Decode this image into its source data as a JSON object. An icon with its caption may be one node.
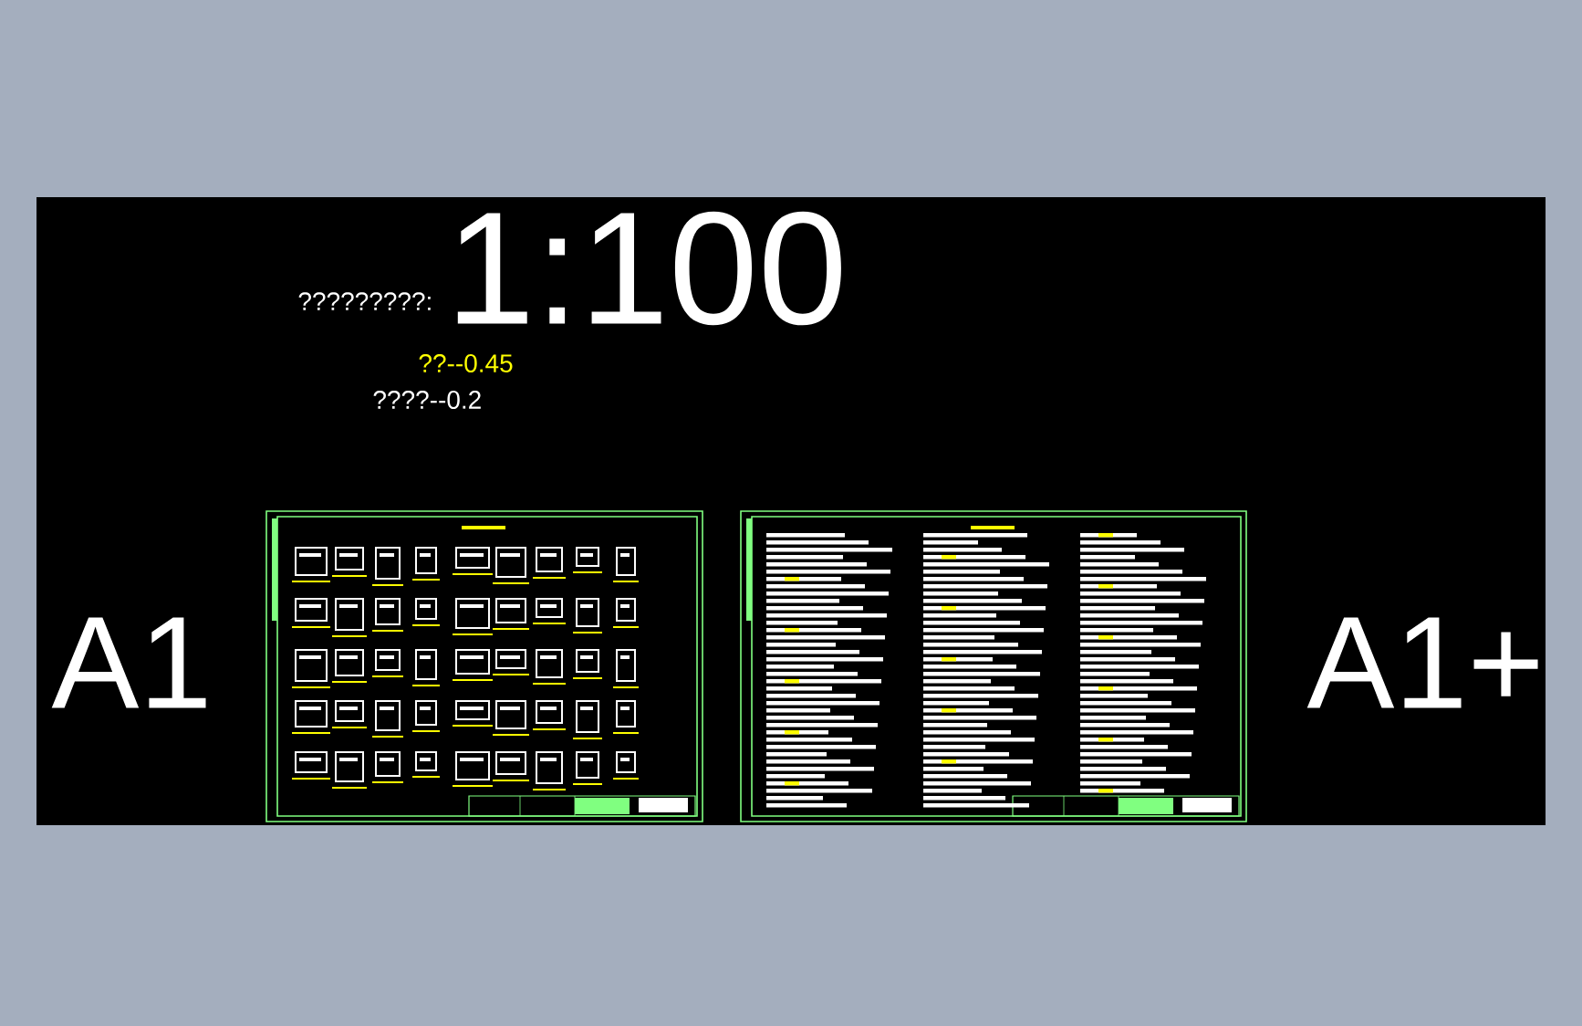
{
  "diagram": {
    "labels": [
      "?????????:",
      "1:100",
      "??--0.45",
      "????--0.2",
      "A1",
      "A1+"
    ]
  }
}
